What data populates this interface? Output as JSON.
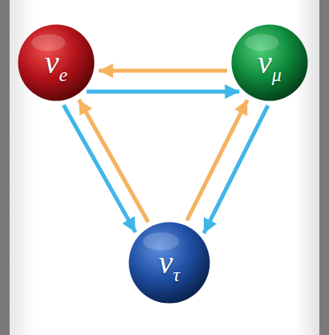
{
  "diagram": {
    "nodes": [
      {
        "text": [
          "νe"
        ]
      },
      {
        "text": [
          "νμ"
        ]
      },
      {
        "text": [
          "ντ"
        ]
      }
    ],
    "edges": [
      {
        "from": 1,
        "to": 0,
        "arrow": "to"
      },
      {
        "from": 0,
        "to": 1,
        "arrow": "to"
      },
      {
        "from": 0,
        "to": 2,
        "arrow": "to"
      },
      {
        "from": 2,
        "to": 0,
        "arrow": "to"
      },
      {
        "from": 2,
        "to": 1,
        "arrow": "to"
      },
      {
        "from": 1,
        "to": 2,
        "arrow": "to"
      }
    ]
  }
}
